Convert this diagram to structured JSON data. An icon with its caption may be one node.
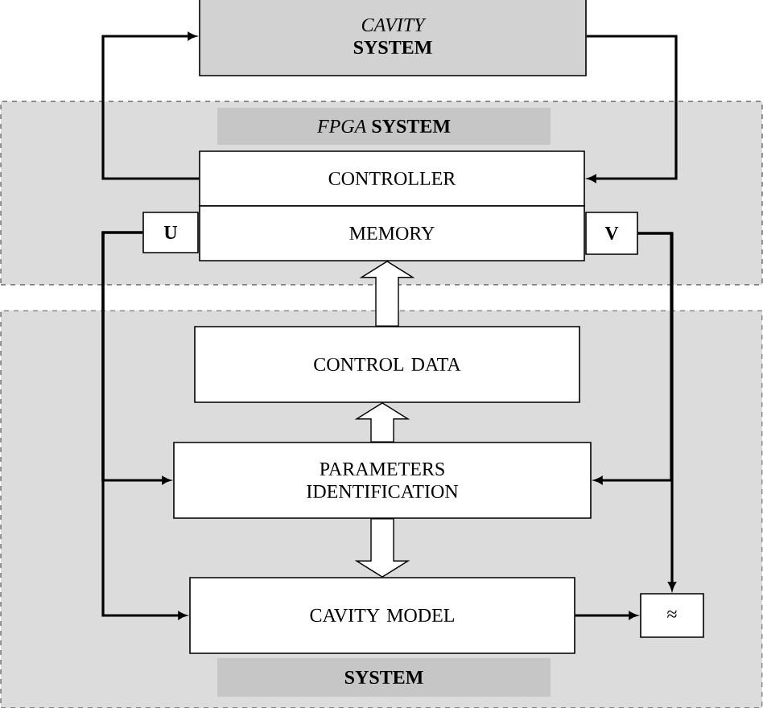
{
  "diagram": {
    "nodes": [
      {
        "text": [
          "CAVITY",
          "SYSTEM"
        ]
      },
      {
        "text": [
          "*FPGA* **SYSTEM**"
        ]
      },
      {
        "text": [
          "CONTROLLER"
        ],
        "in": 1
      },
      {
        "text": [
          "MEMORY"
        ],
        "in": 1
      },
      {
        "text": [
          "U"
        ],
        "in": 1
      },
      {
        "text": [
          "V"
        ],
        "in": 1
      },
      {
        "text": [
          "SYSTEM"
        ]
      },
      {
        "text": [
          "CONTROL DATA"
        ],
        "in": 6
      },
      {
        "text": [
          "PARAMETERS IDENTIFICATION"
        ],
        "in": 6
      },
      {
        "text": [
          "CAVITY MODEL"
        ],
        "in": 6
      },
      {
        "text": [
          "≈"
        ],
        "in": 6
      }
    ],
    "edges": [
      {
        "from": 2,
        "to": 0,
        "arrow": "to"
      },
      {
        "from": 0,
        "to": 2,
        "arrow": "to"
      },
      {
        "from": 4,
        "to": 8,
        "arrow": "to"
      },
      {
        "from": 4,
        "to": 9,
        "arrow": "to"
      },
      {
        "from": 5,
        "to": 8,
        "arrow": "to"
      },
      {
        "from": 5,
        "to": 10,
        "arrow": "to"
      },
      {
        "from": 9,
        "to": 10,
        "arrow": "to"
      },
      {
        "from": 7,
        "to": 3,
        "arrow": "to",
        "style": "thick"
      },
      {
        "from": 8,
        "to": 7,
        "arrow": "to",
        "style": "thick"
      },
      {
        "from": 8,
        "to": 9,
        "arrow": "to",
        "style": "thick"
      }
    ]
  }
}
